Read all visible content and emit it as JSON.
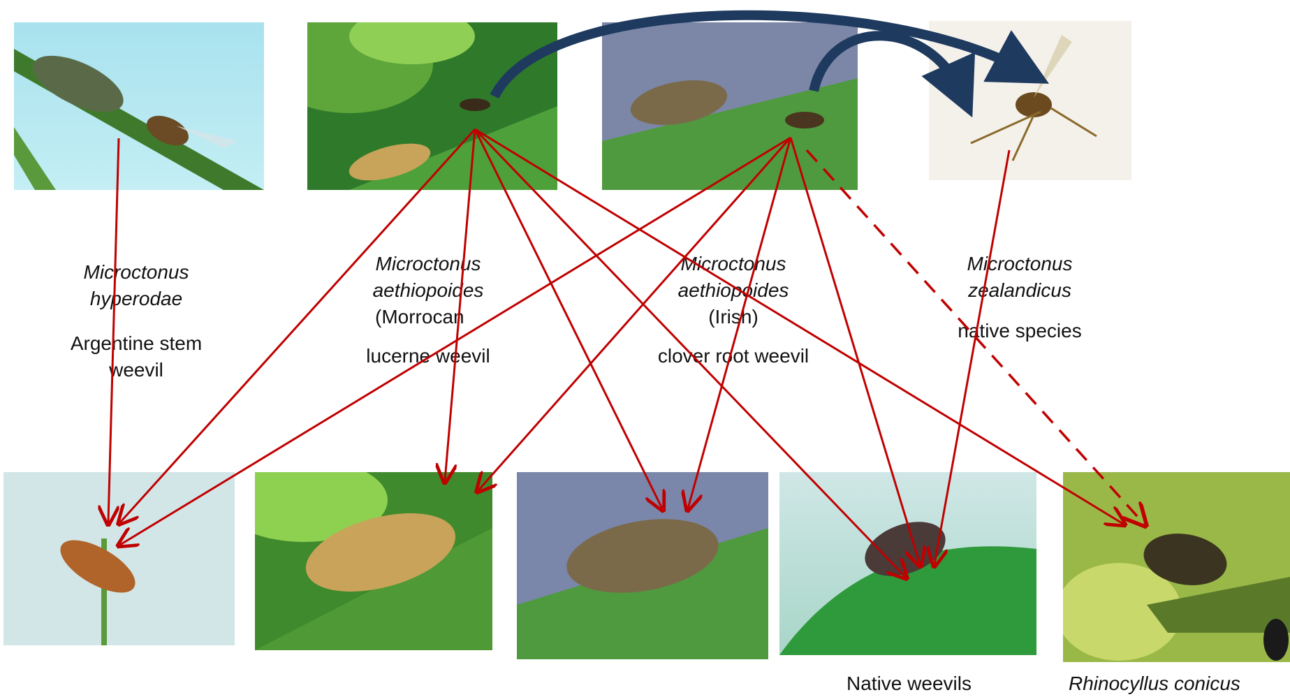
{
  "colors": {
    "host_arrow": "#c00000",
    "hyperparasite_arrow": "#1f3a5f"
  },
  "parasitoids": [
    {
      "id": "p1",
      "species_line1": "Microctonus",
      "species_line2": "hyperodae",
      "origin": "",
      "host_line1": "Argentine stem",
      "host_line2": "weevil"
    },
    {
      "id": "p2",
      "species_line1": "Microctonus",
      "species_line2": "aethiopoides",
      "origin": "(Morrocan",
      "host_line1": "lucerne weevil",
      "host_line2": ""
    },
    {
      "id": "p3",
      "species_line1": "Microctonus",
      "species_line2": "aethiopoides",
      "origin": "(Irish)",
      "host_line1": "clover  root weevil",
      "host_line2": ""
    },
    {
      "id": "p4",
      "species_line1": "Microctonus",
      "species_line2": "zealandicus",
      "origin": "",
      "host_line1": "native species",
      "host_line2": ""
    }
  ],
  "host_captions": {
    "native": "Native weevils",
    "rhinocyllus": "Rhinocyllus conicus"
  }
}
